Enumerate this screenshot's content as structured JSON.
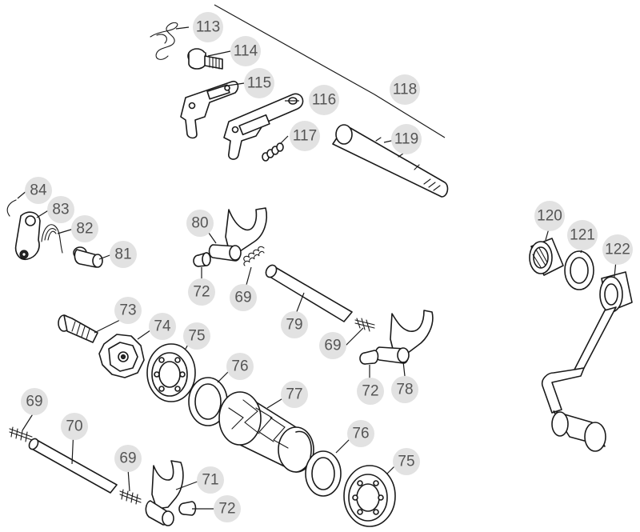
{
  "callouts": [
    {
      "id": "113",
      "label": "113"
    },
    {
      "id": "114",
      "label": "114"
    },
    {
      "id": "115",
      "label": "115"
    },
    {
      "id": "116",
      "label": "116"
    },
    {
      "id": "117",
      "label": "117"
    },
    {
      "id": "118",
      "label": "118"
    },
    {
      "id": "119",
      "label": "119"
    },
    {
      "id": "84",
      "label": "84"
    },
    {
      "id": "83",
      "label": "83"
    },
    {
      "id": "82",
      "label": "82"
    },
    {
      "id": "81",
      "label": "81"
    },
    {
      "id": "80",
      "label": "80"
    },
    {
      "id": "72a",
      "label": "72"
    },
    {
      "id": "69a",
      "label": "69"
    },
    {
      "id": "79",
      "label": "79"
    },
    {
      "id": "73",
      "label": "73"
    },
    {
      "id": "74",
      "label": "74"
    },
    {
      "id": "75a",
      "label": "75"
    },
    {
      "id": "76a",
      "label": "76"
    },
    {
      "id": "77",
      "label": "77"
    },
    {
      "id": "69b",
      "label": "69"
    },
    {
      "id": "72b",
      "label": "72"
    },
    {
      "id": "78",
      "label": "78"
    },
    {
      "id": "69c",
      "label": "69"
    },
    {
      "id": "70",
      "label": "70"
    },
    {
      "id": "69d",
      "label": "69"
    },
    {
      "id": "71",
      "label": "71"
    },
    {
      "id": "72c",
      "label": "72"
    },
    {
      "id": "76b",
      "label": "76"
    },
    {
      "id": "75b",
      "label": "75"
    },
    {
      "id": "120",
      "label": "120"
    },
    {
      "id": "121",
      "label": "121"
    },
    {
      "id": "122",
      "label": "122"
    }
  ]
}
